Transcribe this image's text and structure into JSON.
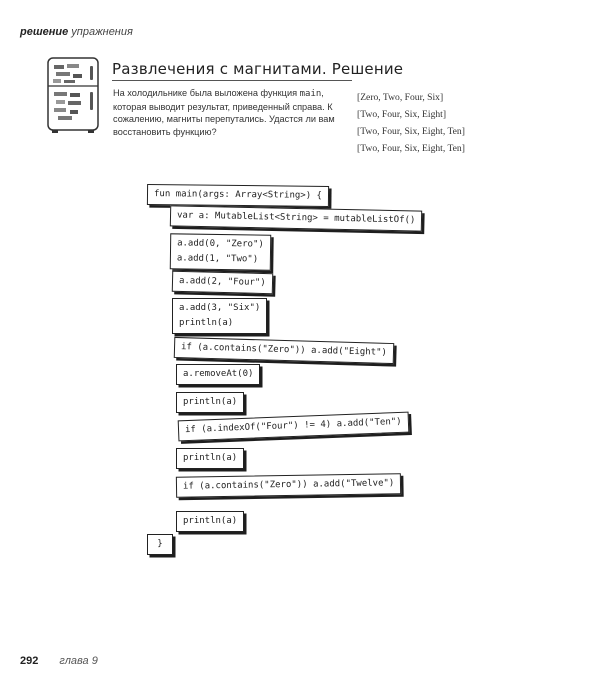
{
  "header": {
    "bold": "решение",
    "rest": "упражнения"
  },
  "title": "Развлечения с магнитами. Решение",
  "intro": {
    "before_code": "На холодильнике была выложена функция ",
    "code": "main",
    "after_code": ", которая выводит результат, приведенный справа. К сожалению, магниты перепутались. Удастся ли вам восстановить функцию?"
  },
  "outputs": [
    "[Zero, Two, Four, Six]",
    "[Two, Four, Six, Eight]",
    "[Two, Four, Six, Eight, Ten]",
    "[Two, Four, Six, Eight, Ten]"
  ],
  "magnets": {
    "fun_main": "fun main(args: Array<String>) {",
    "var_a": "var a: MutableList<String> = mutableListOf()",
    "add0": "a.add(0, \"Zero\")",
    "add1": "a.add(1, \"Two\")",
    "add2": "a.add(2, \"Four\")",
    "add3": "a.add(3, \"Six\")",
    "println1": "println(a)",
    "if_eight": "if (a.contains(\"Zero\")) a.add(\"Eight\")",
    "remove": "a.removeAt(0)",
    "println2": "println(a)",
    "if_ten": "if (a.indexOf(\"Four\") != 4) a.add(\"Ten\")",
    "println3": "println(a)",
    "if_twelve": "if (a.contains(\"Zero\")) a.add(\"Twelve\")",
    "println4": "println(a)",
    "close": "}"
  },
  "footer": {
    "page_number": "292",
    "chapter": "глава 9"
  }
}
